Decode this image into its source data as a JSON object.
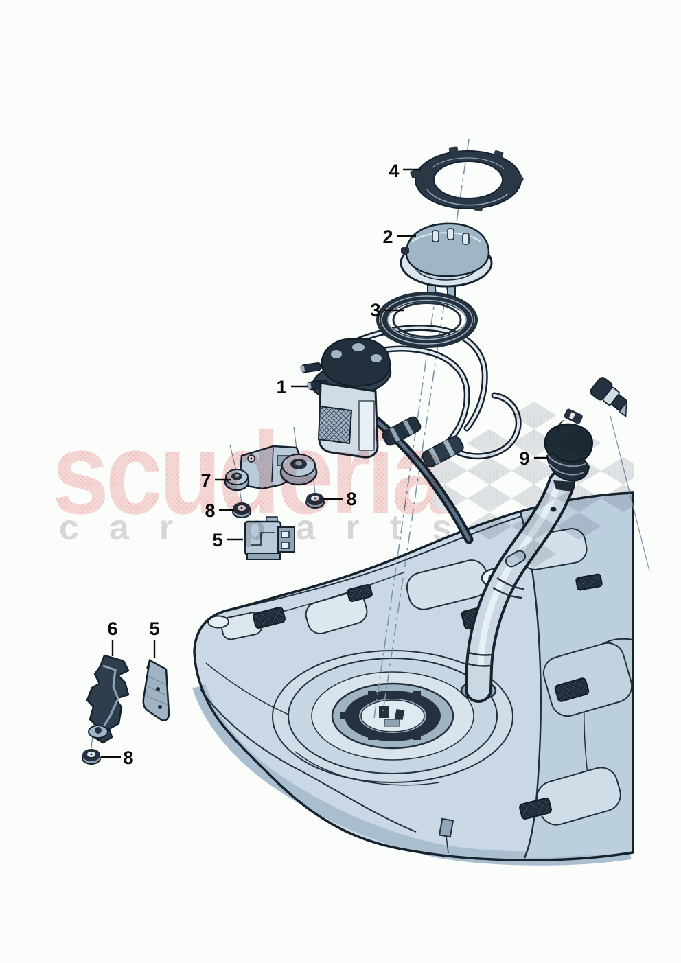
{
  "diagram": {
    "type": "exploded-parts-diagram",
    "subject": "fuel-tank-and-delivery-unit",
    "background": "#fbfdfb",
    "colors": {
      "outline": "#16222e",
      "part_light": "#cfdce6",
      "part_mid": "#9fb6c6",
      "part_dark": "#25313f",
      "tank_light": "#c9d8e4",
      "tank_mid": "#bccfdd",
      "tank_shade": "#a9bfcf"
    },
    "callouts": {
      "c1": "1",
      "c2": "2",
      "c3": "3",
      "c4": "4",
      "c5a": "5",
      "c5b": "5",
      "c6": "6",
      "c7": "7",
      "c8a": "8",
      "c8b": "8",
      "c8c": "8",
      "c9": "9"
    },
    "watermark": {
      "primary": "scuderia",
      "secondary": "car parts",
      "primary_color": "#f8dada",
      "secondary_color": "#dcdcdc",
      "checker_color": "#e4e5e9"
    }
  }
}
